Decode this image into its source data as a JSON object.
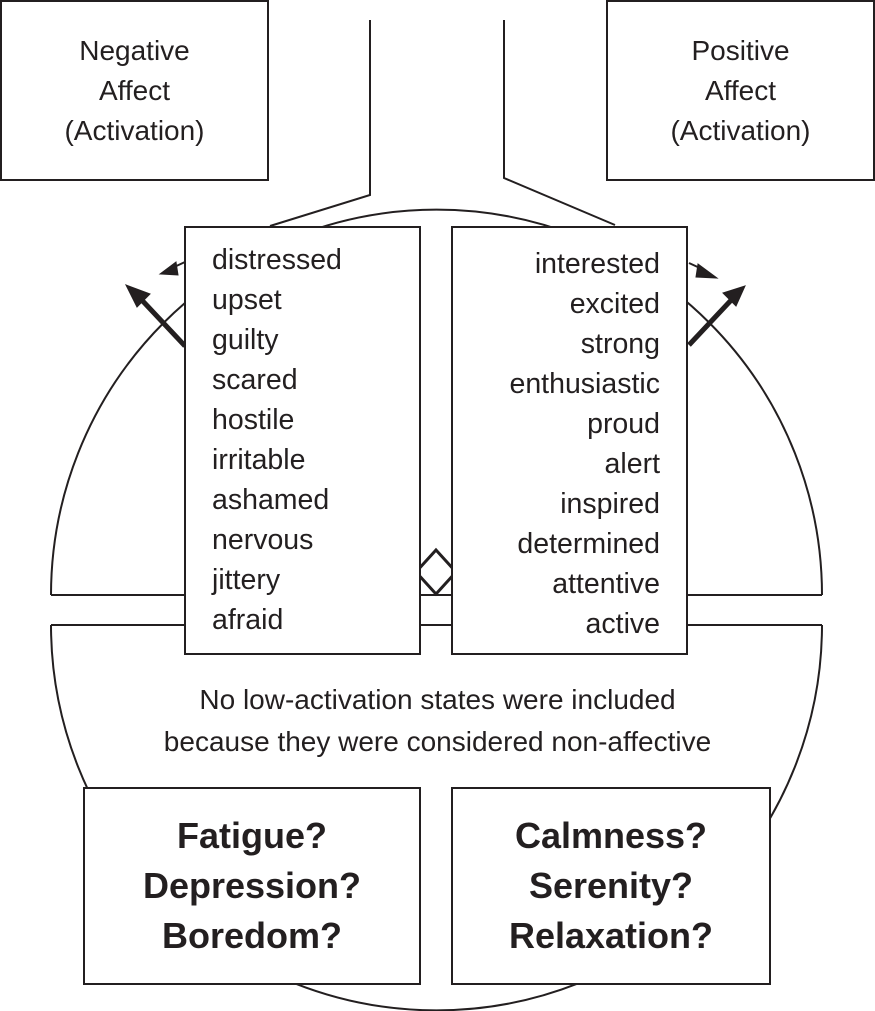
{
  "colors": {
    "ink": "#231f20",
    "background": "#ffffff"
  },
  "negative_affect": {
    "title_lines": [
      "Negative",
      "Affect",
      "(Activation)"
    ],
    "items": [
      "distressed",
      "upset",
      "guilty",
      "scared",
      "hostile",
      "irritable",
      "ashamed",
      "nervous",
      "jittery",
      "afraid"
    ]
  },
  "positive_affect": {
    "title_lines": [
      "Positive",
      "Affect",
      "(Activation)"
    ],
    "items": [
      "interested",
      "excited",
      "strong",
      "enthusiastic",
      "proud",
      "alert",
      "inspired",
      "determined",
      "attentive",
      "active"
    ]
  },
  "note_lines": [
    "No low-activation states were included",
    "because they were considered non-affective"
  ],
  "low_negative": {
    "lines": [
      "Fatigue?",
      "Depression?",
      "Boredom?"
    ]
  },
  "low_positive": {
    "lines": [
      "Calmness?",
      "Serenity?",
      "Relaxation?"
    ]
  }
}
